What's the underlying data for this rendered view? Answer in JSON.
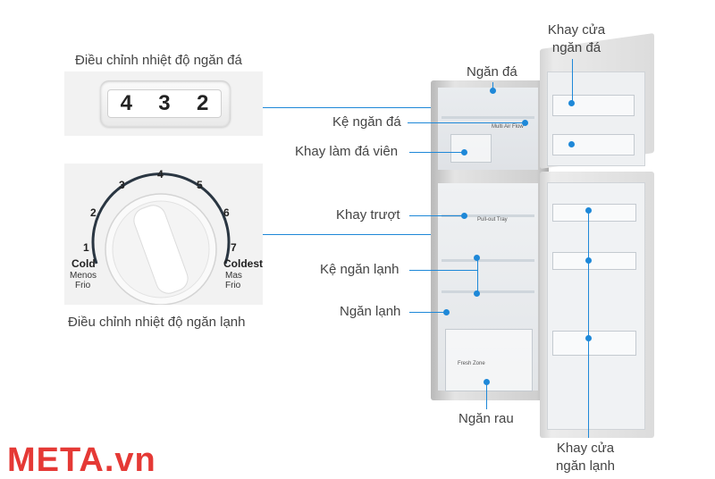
{
  "captions": {
    "freezer_control": "Điều chỉnh nhiệt độ ngăn đá",
    "fridge_control": "Điều chỉnh nhiệt độ ngăn lạnh"
  },
  "freezer_dial": {
    "digits": [
      "4",
      "3",
      "2"
    ]
  },
  "fridge_dial": {
    "numbers": [
      "1",
      "2",
      "3",
      "4",
      "5",
      "6",
      "7"
    ],
    "cold": "Cold",
    "cold_sub1": "Menos",
    "cold_sub2": "Frio",
    "coldest": "Coldest",
    "coldest_sub1": "Mas",
    "coldest_sub2": "Frio"
  },
  "labels": {
    "door_freezer_l1": "Khay cửa",
    "door_freezer_l2": "ngăn đá",
    "freezer": "Ngăn đá",
    "freezer_shelf": "Kệ ngăn đá",
    "ice_tray": "Khay làm đá viên",
    "sliding_tray": "Khay trượt",
    "fridge_shelf": "Kệ ngăn lạnh",
    "fridge": "Ngăn lạnh",
    "vegetable": "Ngăn rau",
    "door_fridge_l1": "Khay cửa",
    "door_fridge_l2": "ngăn lạnh"
  },
  "fridge_text": {
    "multi_air_flow": "Multi Air Flow",
    "pull_out_tray": "Pull-out Tray",
    "fresh_zone": "Fresh Zone"
  },
  "brand": "META.vn",
  "colors": {
    "accent": "#1e88d8",
    "brand": "#e53935"
  }
}
